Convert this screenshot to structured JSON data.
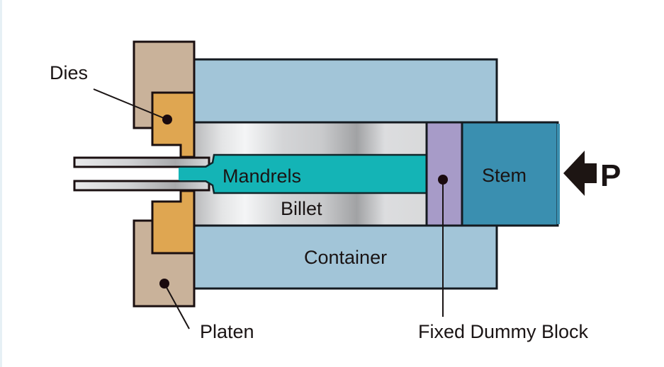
{
  "diagram": {
    "title": "Indirect extrusion with fixed dummy block and mandrels",
    "labels": {
      "dies": "Dies",
      "platen": "Platen",
      "mandrels": "Mandrels",
      "billet": "Billet",
      "container": "Container",
      "stem": "Stem",
      "fixed_dummy_block": "Fixed Dummy Block",
      "pressure": "P"
    },
    "colors": {
      "platen": "#c9b29a",
      "dies": "#dfa651",
      "container": "#a2c5d8",
      "mandrel": "#14b4b6",
      "dummy_block": "#a79bc8",
      "stem": "#3a8fb0",
      "outline": "#1a0f10",
      "billet_light": "#f2f3f4",
      "billet_dark": "#9c9d9f"
    }
  }
}
